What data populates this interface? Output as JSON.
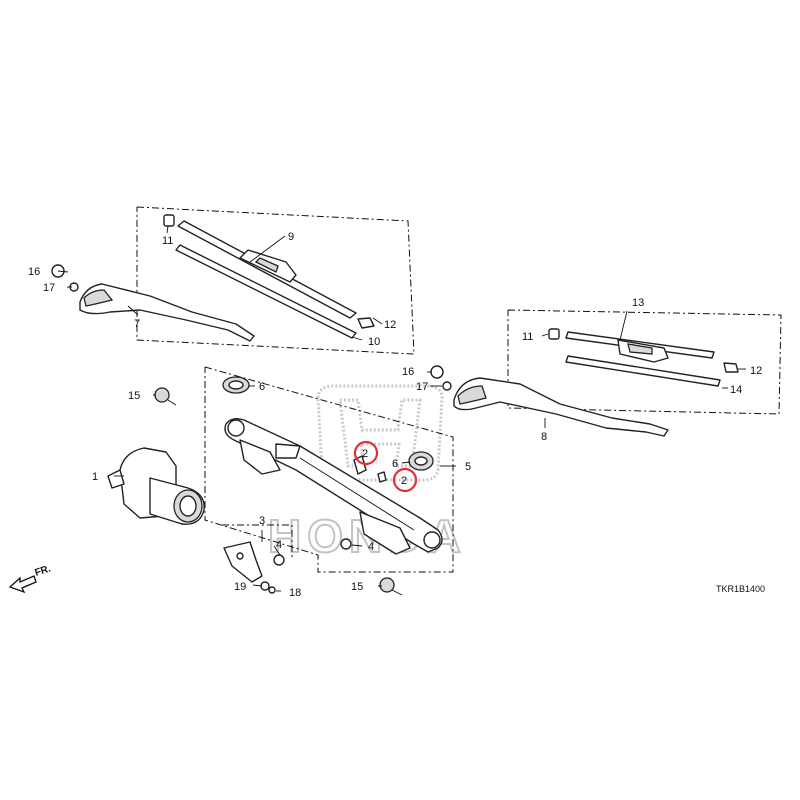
{
  "diagram_code": "TKR1B1400",
  "direction_label": "FR.",
  "watermark_text": "HONDA",
  "highlight_color": "#e03030",
  "callouts": {
    "c1": "1",
    "c2a": "2",
    "c2b": "2",
    "c3": "3",
    "c4a": "4",
    "c4b": "4",
    "c5": "5",
    "c6a": "6",
    "c6b": "6",
    "c7": "7",
    "c8": "8",
    "c9": "9",
    "c10": "10",
    "c11a": "11",
    "c11b": "11",
    "c12a": "12",
    "c12b": "12",
    "c13": "13",
    "c14": "14",
    "c15a": "15",
    "c15b": "15",
    "c16a": "16",
    "c16b": "16",
    "c17a": "17",
    "c17b": "17",
    "c18": "18",
    "c19": "19"
  }
}
